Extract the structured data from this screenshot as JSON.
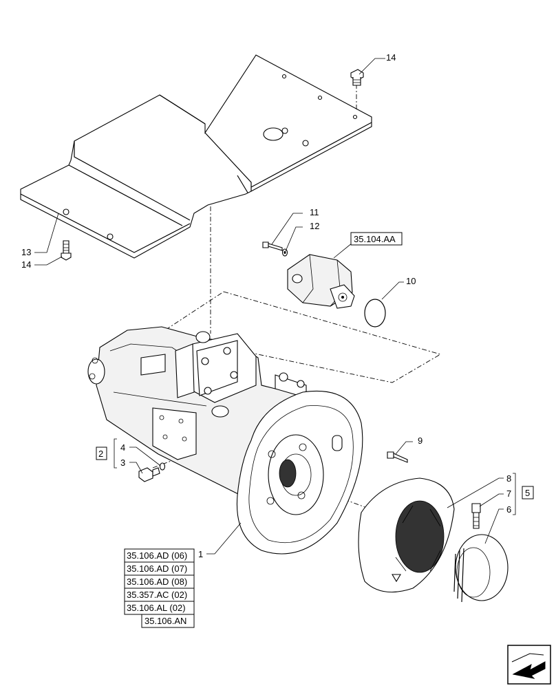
{
  "diagram": {
    "callouts": {
      "c1": "1",
      "c2": "2",
      "c3": "3",
      "c4": "4",
      "c5": "5",
      "c6": "6",
      "c7": "7",
      "c8": "8",
      "c9": "9",
      "c10": "10",
      "c11": "11",
      "c12": "12",
      "c13": "13",
      "c14_top": "14",
      "c14_left": "14"
    },
    "references": {
      "pump_ref": "35.104.AA",
      "list": [
        "35.106.AD (06)",
        "35.106.AD (07)",
        "35.106.AD (08)",
        "35.357.AC (02)",
        "35.106.AL (02)",
        "35.106.AN"
      ]
    },
    "icons": [
      "arrow-navigation-icon"
    ]
  }
}
